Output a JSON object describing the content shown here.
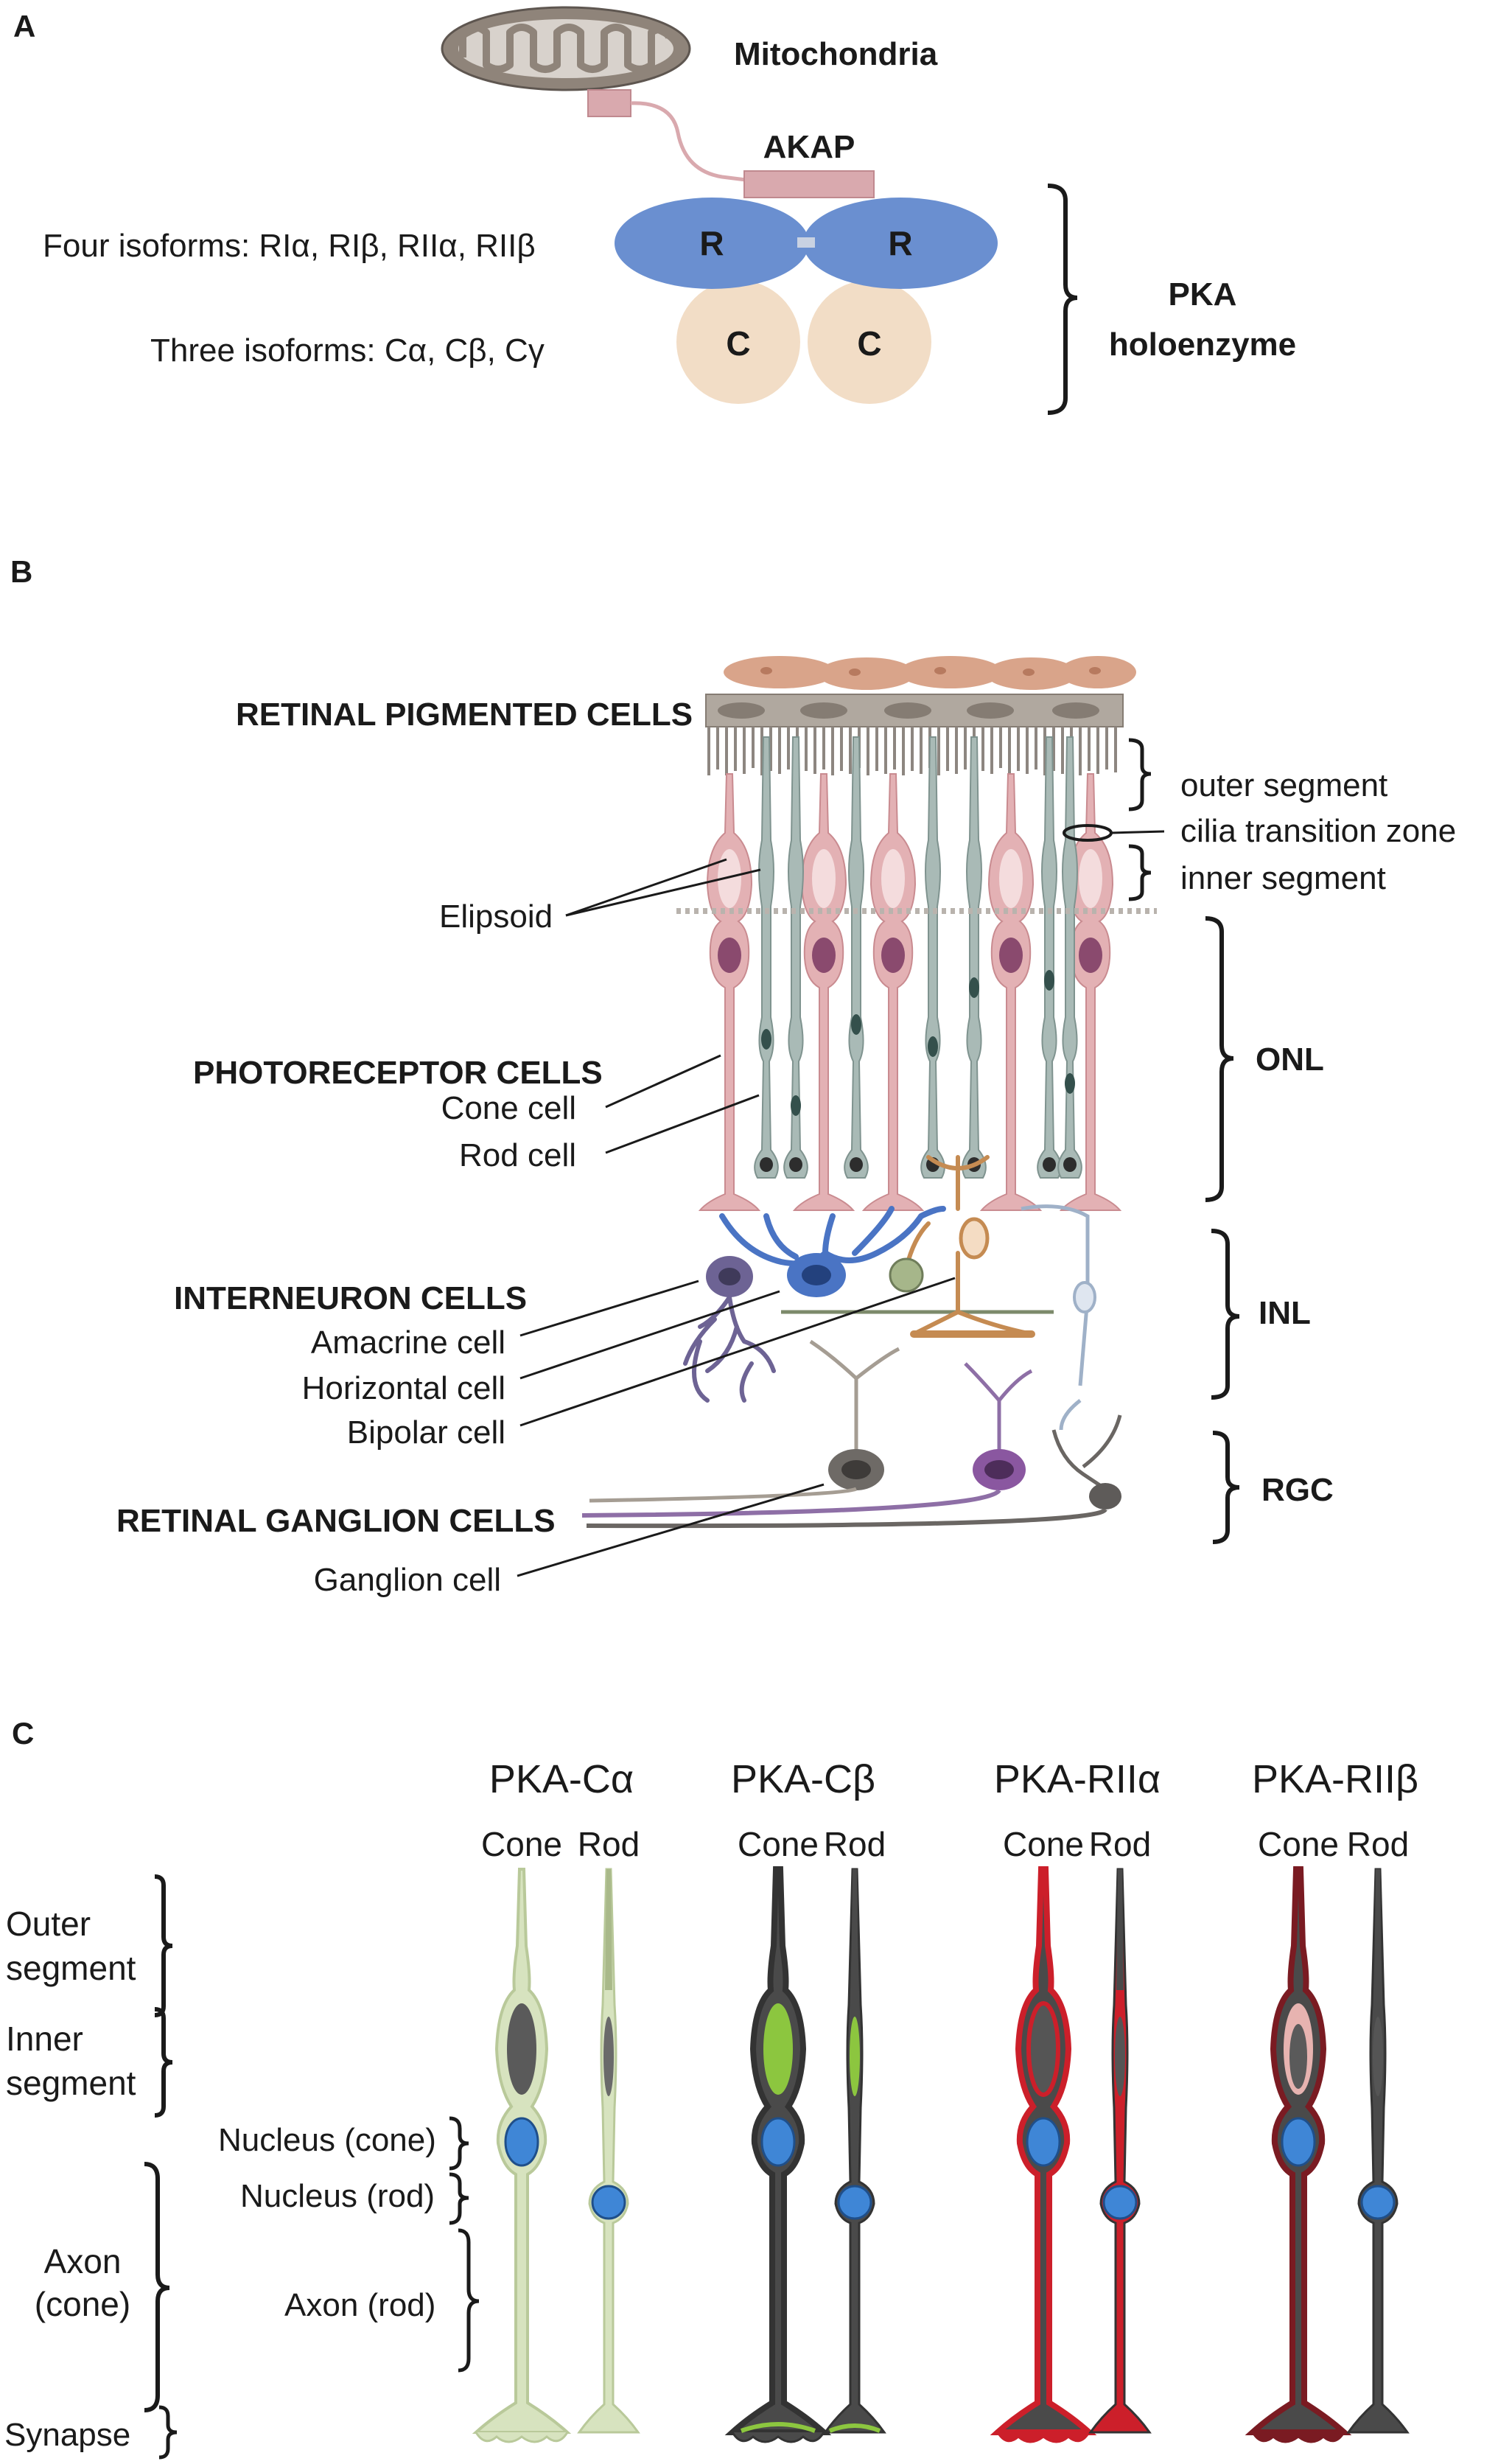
{
  "panel_a": {
    "letter": "A",
    "mitochondria": "Mitochondria",
    "akap": "AKAP",
    "r_label": "R",
    "c_label": "C",
    "four_isoforms": "Four isoforms: RIα, RIβ, RIIα, RIIβ",
    "three_isoforms": "Three  isoforms: Cα, Cβ, Cγ",
    "holo_line1": "PKA",
    "holo_line2": "holoenzyme",
    "colors": {
      "r_subunit": "#6a8fd0",
      "c_subunit": "#f2ddc6",
      "akap": "#d9a9ae",
      "mito": "#8f847a"
    }
  },
  "panel_b": {
    "letter": "B",
    "retinal_pigmented": "RETINAL PIGMENTED CELLS",
    "outer_segment": "outer segment",
    "cilia_zone": "cilia transition zone",
    "inner_segment": "inner segment",
    "elipsoid": "Elipsoid",
    "photoreceptor": "PHOTORECEPTOR CELLS",
    "cone_cell": "Cone cell",
    "rod_cell": "Rod cell",
    "onl": "ONL",
    "interneuron": "INTERNEURON CELLS",
    "amacrine": "Amacrine cell",
    "horizontal": "Horizontal cell",
    "bipolar": "Bipolar cell",
    "inl": "INL",
    "ganglion_header": "RETINAL GANGLION CELLS",
    "ganglion_cell": "Ganglion cell",
    "rgc": "RGC",
    "colors": {
      "cone": "#e3b1b4",
      "rod": "#9fb1ad",
      "horizontal": "#4a74c4",
      "amacrine": "#6d6394",
      "bipolar": "#c58b52",
      "ganglion": "#6e6a66",
      "rpe": "#d9a48a"
    }
  },
  "panel_c": {
    "letter": "C",
    "columns": [
      {
        "title": "PKA-Cα",
        "cone": "Cone",
        "rod": "Rod"
      },
      {
        "title": "PKA-Cβ",
        "cone": "Cone",
        "rod": "Rod"
      },
      {
        "title": "PKA-RIIα",
        "cone": "Cone",
        "rod": "Rod"
      },
      {
        "title": "PKA-RIIβ",
        "cone": "Cone",
        "rod": "Rod"
      }
    ],
    "outer_line1": "Outer",
    "outer_line2": "segment",
    "inner_line1": "Inner",
    "inner_line2": "segment",
    "nucleus_cone": "Nucleus (cone)",
    "nucleus_rod": "Nucleus (rod)",
    "axon_cone_line1": "Axon",
    "axon_cone_line2": "(cone)",
    "axon_rod": "Axon (rod)",
    "synapse": "Synapse",
    "colors": {
      "calpha": "#d7e3bf",
      "cbeta": "#8cc63f",
      "r2alpha": "#cc1f2a",
      "r2beta": "#7a1b22",
      "cell_dark": "#4a4a4a",
      "nucleus": "#3f86d6"
    }
  }
}
